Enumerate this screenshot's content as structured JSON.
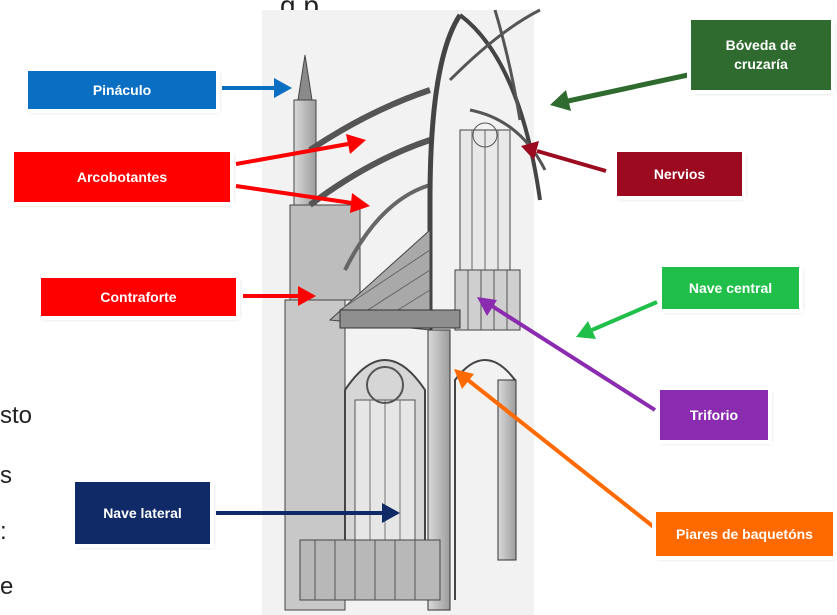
{
  "background_text": {
    "line1": "sto",
    "line2": "s",
    "line3": ":",
    "line4": "e",
    "top_fragment": "g    p"
  },
  "labels": {
    "pinaculo": "Pináculo",
    "arcobotantes": "Arcobotantes",
    "contraforte": "Contraforte",
    "nave_lateral": "Nave lateral",
    "boveda": "Bóveda de cruzaría",
    "nervios": "Nervios",
    "nave_central": "Nave central",
    "triforio": "Triforio",
    "piares": "Piares de baquetóns"
  },
  "colors": {
    "blue": "#0a6fc2",
    "red": "#ff0000",
    "dark_green": "#2f6b2f",
    "dark_red": "#9b0a1e",
    "green": "#1fbf4a",
    "purple": "#8a2bb0",
    "navy": "#0f2a66",
    "orange": "#ff6a00"
  }
}
